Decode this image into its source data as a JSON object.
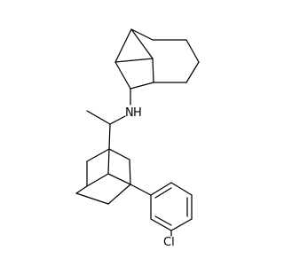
{
  "structure": {
    "atom_labels": {
      "amine_n": "N",
      "amine_h": "H",
      "chlorine": "Cl"
    },
    "bond_color": "#000000",
    "background": "#ffffff"
  }
}
